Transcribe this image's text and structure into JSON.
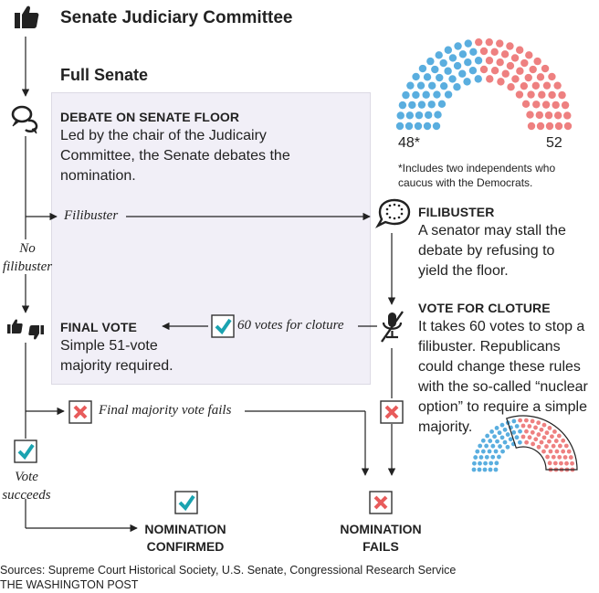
{
  "title": "Senate Judiciary Committee",
  "full_senate": "Full Senate",
  "debate": {
    "heading": "DEBATE ON SENATE FLOOR",
    "text": "Led by the chair of the Judicairy Committee, the Senate debates the nomination."
  },
  "seats": {
    "dem_count_label": "48*",
    "rep_count_label": "52",
    "dem_seats": 48,
    "rep_seats": 52,
    "dem_color": "#5aaedf",
    "rep_color": "#ee8080",
    "note": "*Includes two independents who caucus with the Democrats."
  },
  "filibuster_arrow_label": "Filibuster",
  "no_filibuster_label": "No filibuster",
  "filibuster": {
    "heading": "FILIBUSTER",
    "text": "A senator may stall the debate by refusing to yield the floor."
  },
  "cloture": {
    "heading": "VOTE FOR CLOTURE",
    "text": "It takes 60 votes to stop a filibuster. Republicans could change these rules with the so-called “nuclear option” to require a simple majority.",
    "votes_label": "60 votes for cloture",
    "threshold_seats": 60
  },
  "final_vote": {
    "heading": "FINAL VOTE",
    "text": "Simple 51-vote majority required."
  },
  "final_fails_label": "Final majority vote fails",
  "vote_succeeds_label": "Vote succeeds",
  "outcomes": {
    "confirmed": "NOMINATION CONFIRMED",
    "fails": "NOMINATION FAILS"
  },
  "sources": "Sources: Supreme Court Historical Society, U.S. Senate, Congressional Research Service",
  "credit": "THE WASHINGTON POST",
  "colors": {
    "panel_bg": "#f1eff7",
    "panel_border": "#dcdae4",
    "check": "#1aa3b0",
    "cross": "#e85b5b",
    "line": "#222222"
  }
}
